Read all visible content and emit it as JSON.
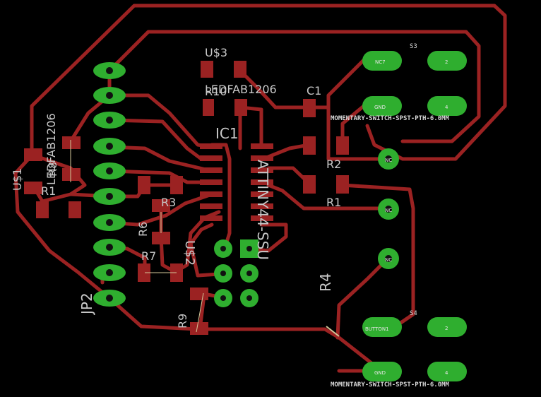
{
  "board": {
    "background": "#000000",
    "trace_color": "#9b2222",
    "pad_color": "#2fae2f"
  },
  "labels": {
    "us3": "U$3",
    "ledfab_top": "LEDFAB1206",
    "r10": "R10",
    "c1": "C1",
    "ic1": "IC1",
    "attiny": "ATTINY44-SSU",
    "us1": "U$1",
    "ledfab_left": "LEDFAB1206",
    "r8": "R8",
    "r1_left": "R1",
    "r3": "R3",
    "r6": "R6",
    "r7": "R7",
    "us2": "U$2",
    "r9": "R9",
    "jp2": "JP2",
    "r2": "R2",
    "r1": "R1",
    "r4": "R4",
    "s3": "S3",
    "s4": "S4",
    "switch_top": "MOMENTARY-SWITCH-SPST-PTH-6.0MM",
    "switch_bottom": "MOMENTARY-SWITCH-SPST-PTH-6.0MM"
  },
  "pad_names": {
    "s3_1": "NC7",
    "s3_3": "GND",
    "s3_2": "2",
    "s3_4": "4",
    "s4_1": "BUTTON1",
    "s4_3": "GND",
    "s4_2": "2",
    "s4_4": "4",
    "via_a": "NC",
    "via_b": "NC",
    "via_c": "NC"
  }
}
